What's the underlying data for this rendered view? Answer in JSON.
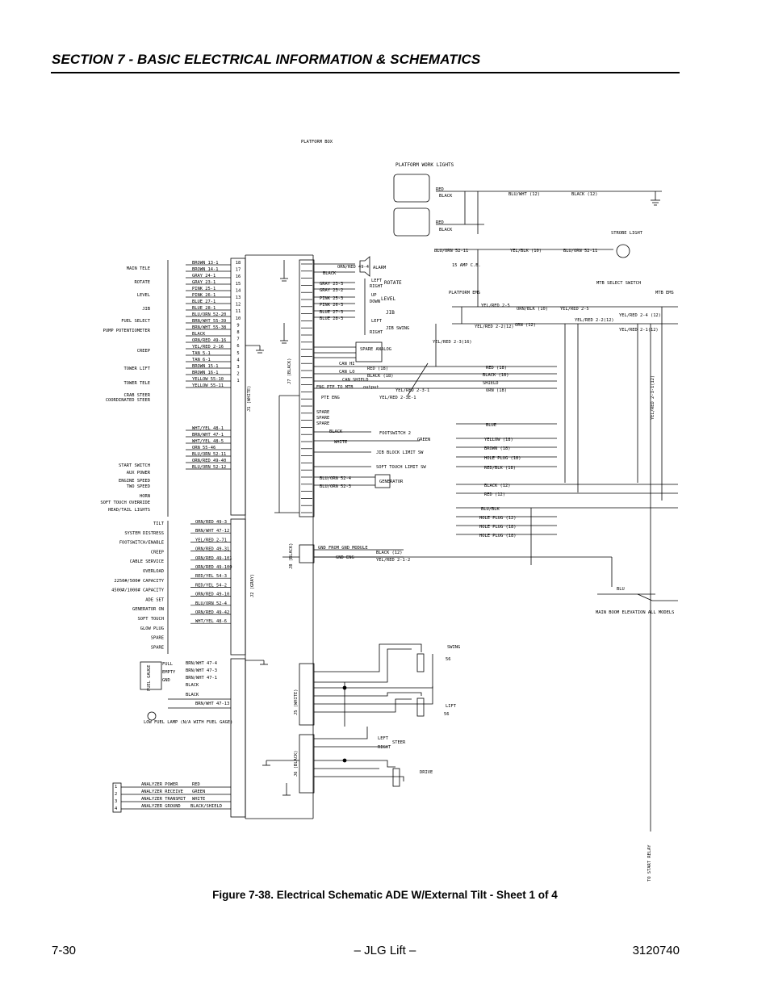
{
  "header": {
    "section_title": "SECTION 7 - BASIC ELECTRICAL INFORMATION & SCHEMATICS"
  },
  "figure": {
    "caption": "Figure 7-38.  Electrical Schematic ADE W/External Tilt - Sheet 1 of 4"
  },
  "footer": {
    "page_number": "7-30",
    "brand": "– JLG Lift –",
    "doc_number": "3120740"
  },
  "schematic": {
    "title": "PLATFORM BOX",
    "work_lights_title": "PLATFORM WORK LIGHTS",
    "connectors": {
      "j1": "J1 (WHITE)",
      "j2": "J2 (GRAY)",
      "j7": "J7 (BLACK)",
      "j8": "J8 (BLACK)",
      "j5": "J5 (WHITE)",
      "j6": "J6 (BLACK)"
    },
    "j1_functions": [
      "MAIN TELE",
      "ROTATE",
      "LEVEL",
      "JIB",
      "FUEL SELECT",
      "PUMP POTENTIOMETER",
      "CREEP",
      "TOWER LIFT",
      "TOWER TELE",
      "CRAB STEER",
      "COORDINATED STEER",
      "START SWITCH",
      "AUX POWER",
      "ENGINE SPEED",
      "TWO SPEED",
      "HORN",
      "SOFT TOUCH OVERRIDE",
      "HEAD/TAIL LIGHTS"
    ],
    "j1_wires": [
      "BROWN 13-1",
      "BROWN 14-1",
      "GRAY 24-1",
      "GRAY 23-1",
      "PINK 25-1",
      "PINK 26-1",
      "BLUE 27-1",
      "BLUE 28-1",
      "BLU/ORN 52-20",
      "BRN/WHT 55-39",
      "BRN/WHT 55-38",
      "BLACK",
      "ORN/RED 49-16",
      "YEL/RED 2-16",
      "TAN 5-1",
      "TAN 6-1",
      "BROWN 15-1",
      "BROWN 16-1",
      "YELLOW 55-10",
      "YELLOW 55-11",
      "WHT/YEL 48-1",
      "BRN/WHT 47-1",
      "WHT/YEL 48-5",
      "ORN 55-46",
      "BLU/ORN 52-11",
      "ORN/RED 49-40",
      "BLU/ORN 52-12"
    ],
    "j2_functions": [
      "TILT",
      "SYSTEM DISTRESS",
      "FOOTSWITCH/ENABLE",
      "CREEP",
      "CABLE SERVICE",
      "OVERLOAD",
      "2250#/500# CAPACITY",
      "4500#/1000# CAPACITY",
      "ADE SET",
      "GENERATOR ON",
      "SOFT TOUCH",
      "GLOW PLUG",
      "SPARE",
      "SPARE"
    ],
    "j2_wires": [
      "ORN/RED 49-3",
      "BRN/WHT 47-12",
      "YEL/RED 2-71",
      "ORN/RED 49-31",
      "ORN/RED 49-101",
      "ORN/RED 49-100",
      "RED/YEL 54-3",
      "RED/YEL 54-2",
      "ORN/RED 49-10",
      "BLU/ORN 52-4",
      "ORN/RED 49-42",
      "WHT/YEL 48-6"
    ],
    "fuel_gauge": {
      "label": "FUEL GAUGE",
      "pins": [
        "FULL",
        "EMPTY",
        "GND"
      ],
      "wires": [
        "BRN/WHT 47-4",
        "BRN/WHT 47-3",
        "BRN/WHT 47-1",
        "BLACK",
        "BLACK",
        "BRN/WHT 47-13"
      ],
      "note": "LOW FUEL LAMP (N/A WITH FUEL GAGE)"
    },
    "analyzer": {
      "rows": [
        "ANALYZER POWER",
        "ANALYZER RECEIVE",
        "ANALYZER TRANSMIT",
        "ANALYZER GROUND"
      ],
      "wires": [
        "RED",
        "GREEN",
        "WHITE",
        "BLACK/SHIELD"
      ],
      "pins": [
        "1",
        "2",
        "3",
        "4"
      ]
    },
    "j7_wires": [
      "ORN/RED 49-4",
      "BLACK",
      "GRAY 23-3",
      "GRAY 23-2",
      "PINK 25-3",
      "PINK 26-3",
      "BLUE 27-3",
      "BLUE 28-3"
    ],
    "j7_labels": [
      "ALARM",
      "LEFT",
      "RIGHT",
      "ROTATE",
      "UP",
      "DOWN",
      "LEVEL",
      "JIB",
      "LEFT",
      "RIGHT",
      "JIB SWING"
    ],
    "spare_analog": "SPARE ANALOG",
    "can": [
      "CAN HI",
      "CAN LO",
      "CAN SHIELD",
      "ENG PTE TO MTB",
      "PTE ENG",
      "output"
    ],
    "can_wires": [
      "RED (18)",
      "BLACK (18)",
      "SHIELD",
      "YEL/RED 2-3-1",
      "YEL/RED 2-3E-1"
    ],
    "j7_lower": [
      "SPARE",
      "SPARE",
      "SPARE",
      "BLACK",
      "WHITE",
      "FOOTSWITCH 2",
      "GREEN",
      "JIB BLOCK LIMIT SW",
      "SOFT TOUCH LIMIT SW",
      "BLU/ORN 52-4",
      "BLU/ORN 52-3",
      "GENERATOR"
    ],
    "j8_wires": [
      "GND FROM GND MODULE",
      "GND ENG",
      "BLACK (12)",
      "YEL/RED 2-1-2"
    ],
    "right_top": [
      "RED",
      "BLACK",
      "BLU/WHT (12)",
      "BLACK (12)",
      "RED",
      "BLACK",
      "BLU/ORN 52-11",
      "YEL/BLK (10)",
      "BLU/ORN 52-11",
      "STROBE LIGHT",
      "15 AMP C.B.",
      "PLATFORM EMS",
      "YEL/RED 2-5",
      "YEL/RED 2-2(12)",
      "ORN/BLK (10)",
      "ORN (12)",
      "YEL/RED 2-5",
      "YEL/RED 2-2(12)",
      "MTB SELECT SWITCH",
      "MTB EMS",
      "YEL/RED 2-4 (12)",
      "YEL/RED 2-1(12)",
      "YEL/RED 2-3(16)"
    ],
    "right_mid": [
      "RED (18)",
      "BLACK (18)",
      "SHIELD",
      "ORN (18)",
      "BLUE",
      "YELLOW (18)",
      "BROWN (18)",
      "HOLE PLUG (18)",
      "RED/BLK (18)",
      "BLACK (12)",
      "RED (12)",
      "BLU/BLK",
      "HOLE PLUG (12)",
      "HOLE PLUG (18)",
      "HOLE PLUG (18)"
    ],
    "boom": {
      "wire": "BLU",
      "label": "MAIN BOOM ELEVATION ALL MODELS",
      "relay": "TO START RELAY",
      "vert": "YEL/RED 2-1-1(12)"
    },
    "pots": {
      "swing": "SWING",
      "swing_code": "56",
      "lift": "LIFT",
      "lift_code": "56",
      "steer": "STEER",
      "steer_lr": [
        "LEFT",
        "RIGHT"
      ],
      "drive": "DRIVE"
    }
  }
}
